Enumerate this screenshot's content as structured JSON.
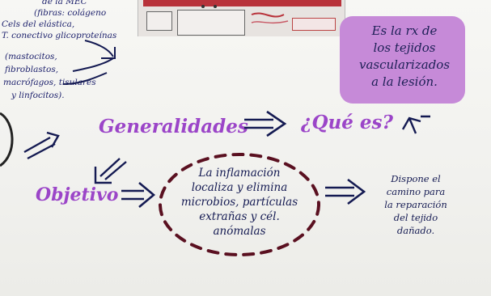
{
  "top_left_lines": [
    "de la MEC",
    "(fibras: colágeno",
    "Cels del   elástica,",
    "T. conectivo  glicoproteínas",
    "(mastocitos,",
    "fibroblastos,",
    "macrófagos, tisulares",
    "y linfocitos)."
  ],
  "definition": [
    "Es la rx de",
    "los tejidos",
    "vascularizados",
    "a la lesión."
  ],
  "generalidades": "Generalidades",
  "que_es": "¿Qué es?",
  "objetivo": "Objetivo",
  "center_box": [
    "La inflamación",
    "localiza y elimina",
    "microbios, partículas",
    "extrañas y cél.",
    "anómalas"
  ],
  "right_note": [
    "Dispone el",
    "camino para",
    "la reparación",
    "del tejido",
    "dañado."
  ],
  "colors": {
    "purple_ink": "#9b45c8",
    "navy_ink": "#141a52",
    "highlight": "#c68ad8",
    "dashed_circle": "#5a1020"
  }
}
